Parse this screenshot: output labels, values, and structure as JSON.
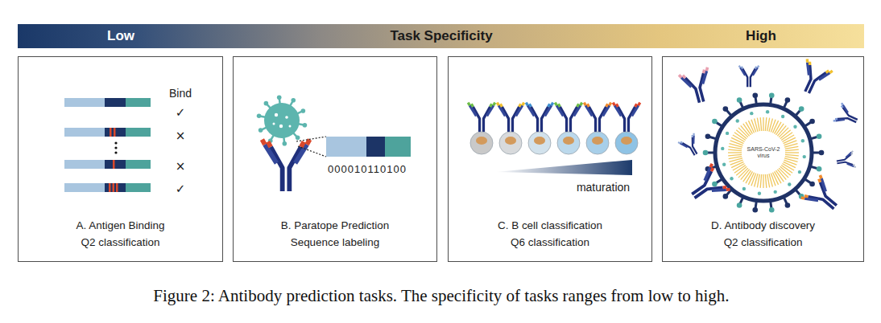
{
  "diagram": {
    "caption": "Figure 2: Antibody prediction tasks. The specificity of tasks ranges from low to high.",
    "nodes": [
      {
        "text": [
          "Low",
          "Task Specificity",
          "High"
        ]
      },
      {
        "text": [
          "A. Antigen Binding",
          "Q2 classification"
        ]
      },
      {
        "text": [
          "B. Paratope Prediction",
          "Sequence labeling"
        ]
      },
      {
        "text": [
          "C. B cell classification",
          "Q6 classification"
        ]
      },
      {
        "text": [
          "D. Antibody discovery",
          "Q2 classification"
        ]
      }
    ],
    "labels": [
      "Bind",
      "✓",
      "×",
      "×",
      "✓",
      "000010110100",
      "maturation",
      "SARS-CoV-2 virus"
    ]
  }
}
